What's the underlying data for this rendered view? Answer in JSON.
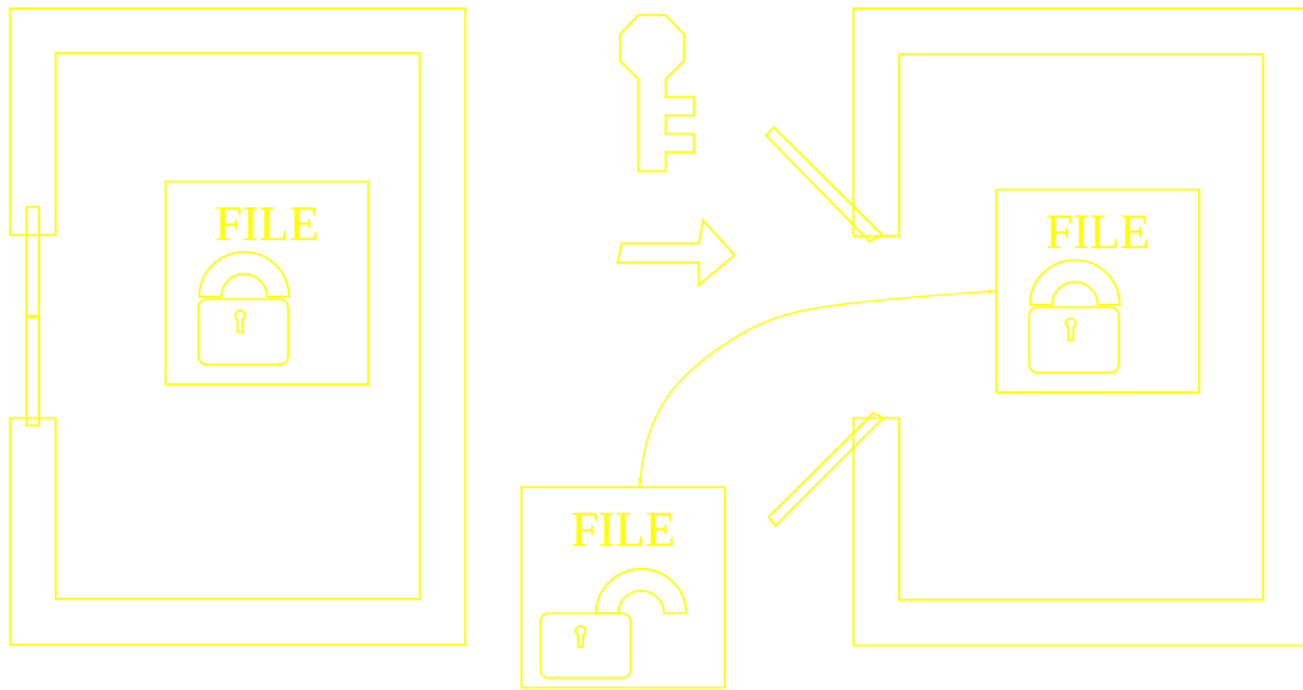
{
  "diagram": {
    "nodes": [
      {
        "text": [
          "FILE"
        ]
      },
      {
        "text": [
          "FILE"
        ]
      },
      {
        "text": [
          "FILE"
        ]
      }
    ],
    "edges": [
      {
        "from": 2,
        "to": 1,
        "arrow": "both"
      }
    ]
  }
}
